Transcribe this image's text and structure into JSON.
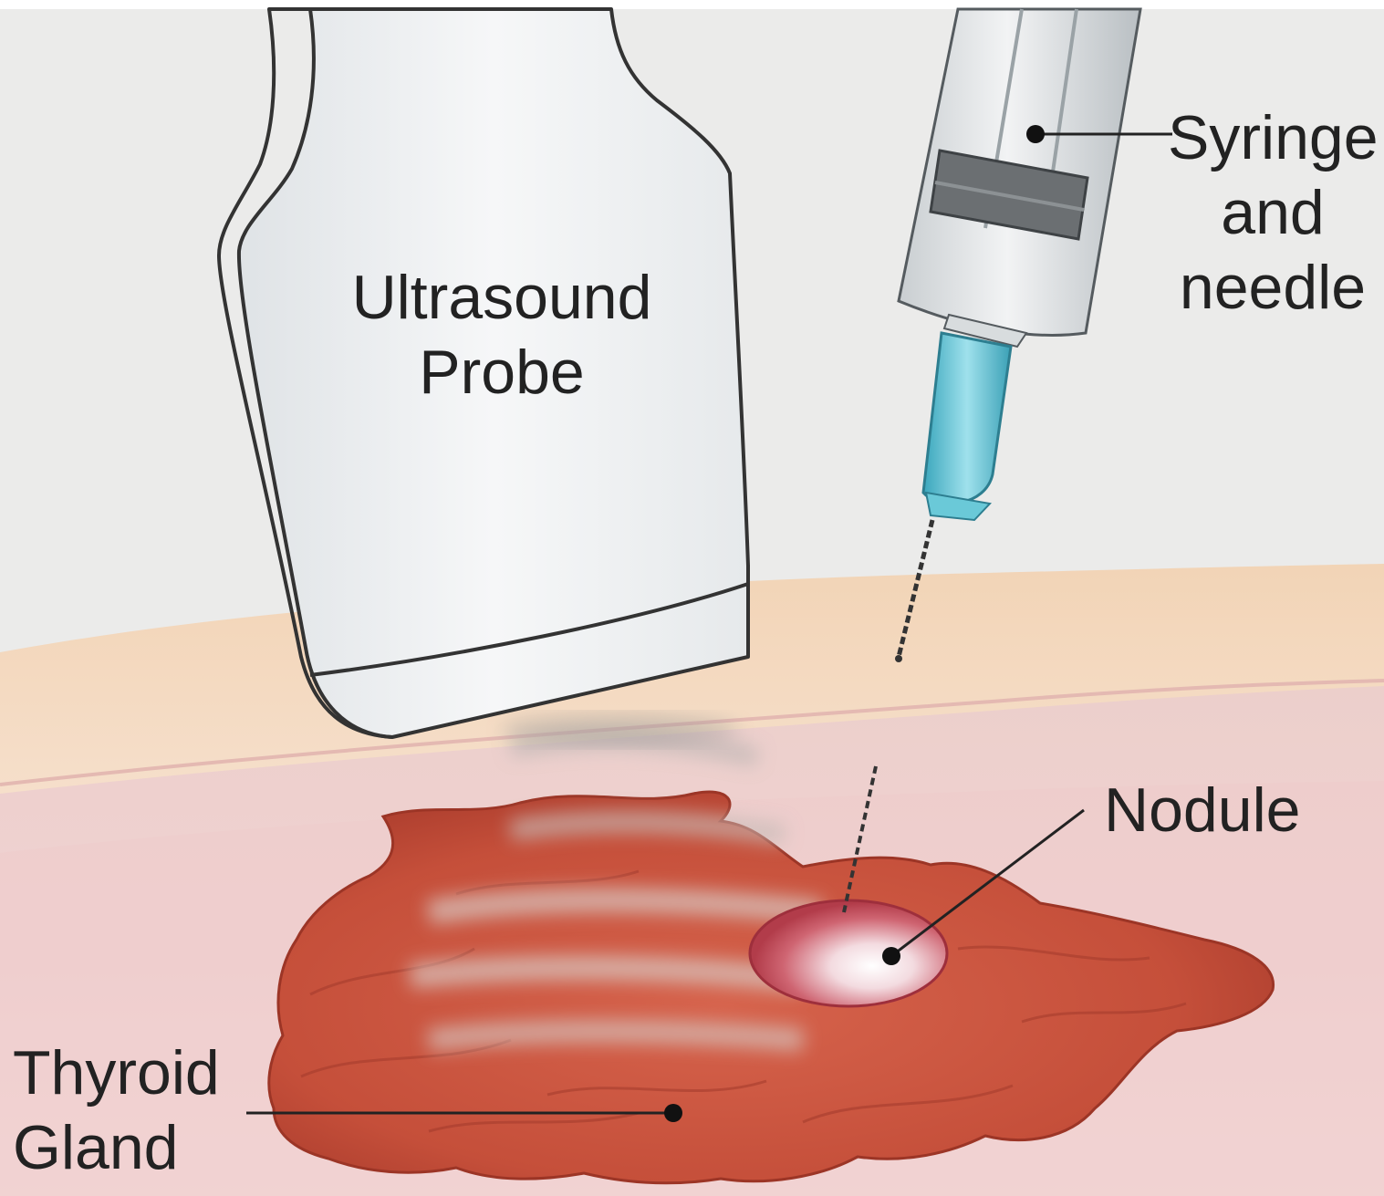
{
  "labels": {
    "probe": "Ultrasound\nProbe",
    "syringe": "Syringe\nand\nneedle",
    "nodule": "Nodule",
    "thyroid": "Thyroid\nGland"
  },
  "colors": {
    "background": "#ebebea",
    "skin_top": "#f3d9bd",
    "skin_light": "#f9ebe0",
    "tissue": "#eec8c8",
    "thyroid": "#c8523c",
    "thyroid_dark": "#a73a2b",
    "nodule": "#c44c5a",
    "needle_hub": "#58bfd0",
    "probe_body": "#f1f3f4",
    "outline": "#333333"
  },
  "icons": {
    "probe": "ultrasound-probe-icon",
    "syringe": "syringe-icon",
    "thyroid": "thyroid-gland-icon",
    "nodule": "nodule-icon"
  }
}
